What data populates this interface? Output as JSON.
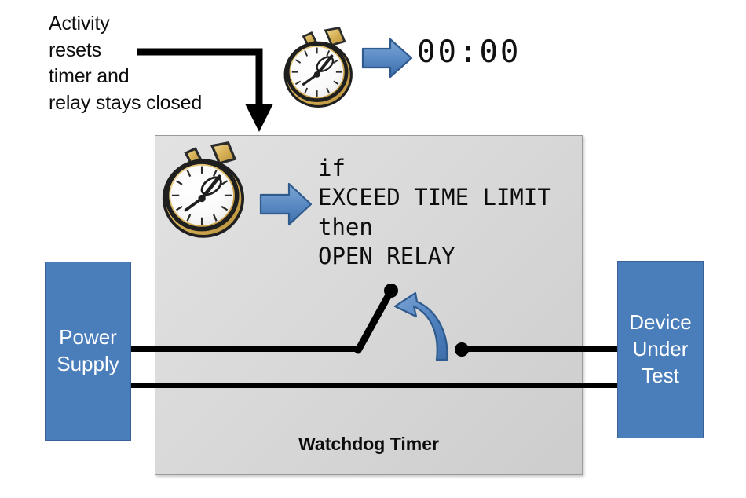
{
  "annotation": {
    "text": "Activity\nresets\ntimer and\nrelay stays closed"
  },
  "timer_display": {
    "value": "00:00",
    "stopwatch_icon": "stopwatch-icon",
    "arrow_icon": "blue-right-arrow-icon"
  },
  "watchdog": {
    "label": "Watchdog Timer",
    "stopwatch_icon": "stopwatch-icon",
    "arrow_icon": "blue-right-arrow-icon",
    "code": "if\nEXCEED TIME LIMIT\nthen\nOPEN RELAY",
    "code_lines": [
      "if",
      "EXCEED TIME LIMIT",
      "then",
      "OPEN RELAY"
    ],
    "relay": {
      "state_icon": "open-relay-switch-icon",
      "motion_arrow_icon": "blue-curved-arrow-icon"
    }
  },
  "power_supply": {
    "label": "Power\nSupply"
  },
  "device_under_test": {
    "label": "Device\nUnder\nTest"
  },
  "colors": {
    "device_box_fill": "#4a7ebb",
    "device_box_border": "#3a6296",
    "enclosure_fill": "#d9d9d9",
    "enclosure_border": "#9b9b9b",
    "arrow_blue_light": "#6f9bd1",
    "arrow_blue_dark": "#3a6fad",
    "arrow_blue_outline": "#2e5a8e",
    "wire_black": "#000000",
    "text_black": "#0d0d0d",
    "stopwatch_gold": "#d9b45a"
  }
}
